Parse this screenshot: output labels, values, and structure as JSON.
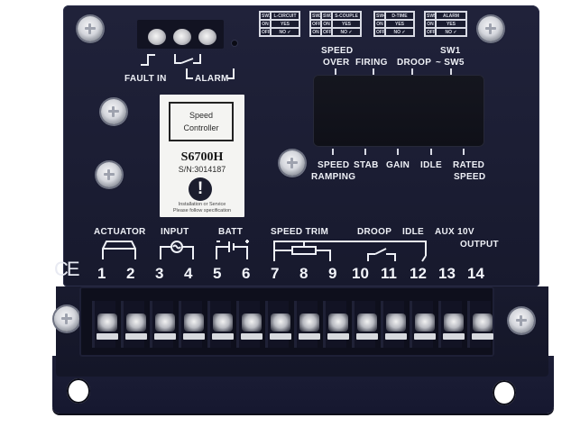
{
  "device": {
    "type": "Speed Controller",
    "model": "S6700H",
    "serial": "S/N:3014187",
    "label_title_line1": "Speed",
    "label_title_line2": "Controller",
    "warning_icon": "exclamation-icon",
    "warning_note_line1": "Installation or Service",
    "warning_note_line2": "Please follow specification",
    "certification": "CE",
    "colors": {
      "housing": "#1d1f35",
      "label_text": "#eef0f6",
      "label_card": "#f4f4f2",
      "terminal_block": "#0e0f1c"
    }
  },
  "top_connector": {
    "fault_in_label": "FAULT IN",
    "alarm_label": "ALARM",
    "terminal_count": 3
  },
  "dip_switch_tables": [
    {
      "header": [
        "SW1",
        "L-CIRCUIT"
      ],
      "rows": [
        [
          "ON",
          "YES"
        ],
        [
          "OFF",
          "NO ✓"
        ]
      ]
    },
    {
      "header": [
        "SW2",
        "SW3",
        "S-COUPLE"
      ],
      "rows": [
        [
          "OFF",
          "ON",
          "YES"
        ],
        [
          "ON",
          "OFF",
          "NO ✓"
        ]
      ]
    },
    {
      "header": [
        "SW4",
        "D-TIME"
      ],
      "rows": [
        [
          "ON",
          "YES"
        ],
        [
          "OFF",
          "NO ✓"
        ]
      ]
    },
    {
      "header": [
        "SW5",
        "ALARM"
      ],
      "rows": [
        [
          "ON",
          "YES"
        ],
        [
          "OFF",
          "NO ✓"
        ]
      ]
    }
  ],
  "adjustments_top": {
    "speed_over_line1": "SPEED",
    "speed_over_line2": "OVER",
    "firing": "FIRING",
    "droop": "DROOP",
    "sw_range_line1": "SW1",
    "sw_range_line2": "~ SW5"
  },
  "adjustments_bottom": {
    "speed_ramping_line1": "SPEED",
    "speed_ramping_line2": "RAMPING",
    "stab": "STAB",
    "gain": "GAIN",
    "idle": "IDLE",
    "rated_speed_line1": "RATED",
    "rated_speed_line2": "SPEED"
  },
  "terminal_groups": {
    "actuator": "ACTUATOR",
    "input": "INPUT",
    "batt": "BATT",
    "speed_trim": "SPEED TRIM",
    "droop": "DROOP",
    "idle": "IDLE",
    "aux_10v_line1": "AUX 10V",
    "aux_10v_line2": "OUTPUT"
  },
  "terminals": [
    "1",
    "2",
    "3",
    "4",
    "5",
    "6",
    "7",
    "8",
    "9",
    "10",
    "11",
    "12",
    "13",
    "14"
  ]
}
